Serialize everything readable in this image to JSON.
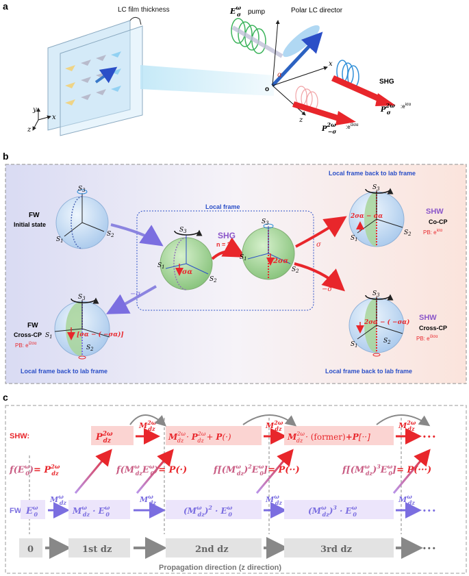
{
  "panel_a": {
    "letter": "a",
    "film_label": "LC film thickness",
    "pump_label": "pump",
    "director_label": "Polar LC director",
    "shg_label": "SHG",
    "shg_out_phase": ":e",
    "cross_out_phase": ":e",
    "axes": {
      "x": "x",
      "y": "y",
      "z": "z"
    },
    "origin": "o",
    "angle": "α"
  },
  "panel_b": {
    "letter": "b",
    "local_frame_label": "Local frame",
    "local_back_top": "Local frame back to lab frame",
    "local_back_bottom_left": "Local frame back to lab frame",
    "local_back_bottom_right": "Local frame back to lab frame",
    "fw_title": "FW",
    "fw_subtitle": "Initial state",
    "fw_cross_title": "FW",
    "fw_cross_subtitle": "Cross-CP",
    "fw_cross_pb": "PB: e",
    "fw_cross_expr": "[σα − ( −σα)]",
    "shg_label": "SHG",
    "n_label": "n = 2",
    "local1_expr": "σα",
    "local2_expr": "2σα",
    "shw_co_title": "SHW",
    "shw_co_sub": "Co-CP",
    "shw_co_pb": "PB: e",
    "shw_co_expr": "2σα − σα",
    "shw_cross_title": "SHW",
    "shw_cross_sub": "Cross-CP",
    "shw_cross_pb": "PB: e",
    "shw_cross_expr": "2σα − ( −σα)",
    "sigma_plus": "σ",
    "sigma_minus": "−σ",
    "sigma_minus_left": "−σ"
  },
  "panel_c": {
    "letter": "c",
    "shw_row_label": "SHW:",
    "fw_row_label": "FW:",
    "shw_box3": "(former)",
    "func_1": "= P",
    "func_2": "= P(·)",
    "func_3": "= P(··)",
    "func_4": "= P(···)",
    "dots": "• • •",
    "steps": [
      "0",
      "1st dz",
      "2nd dz",
      "3rd dz"
    ],
    "propagation_label": "Propagation direction (z direction)"
  },
  "colors": {
    "shw_red": "#e8262b",
    "fw_purple": "#7b6ee0",
    "fw_box_bg": "#ece5fb",
    "shw_box_bg": "#fbd4d2",
    "sphere_blue": "#cfe2f5",
    "sphere_green": "#a8d59a",
    "dashed_gray": "#9a9a9a",
    "local_blue": "#2b4fc7"
  }
}
